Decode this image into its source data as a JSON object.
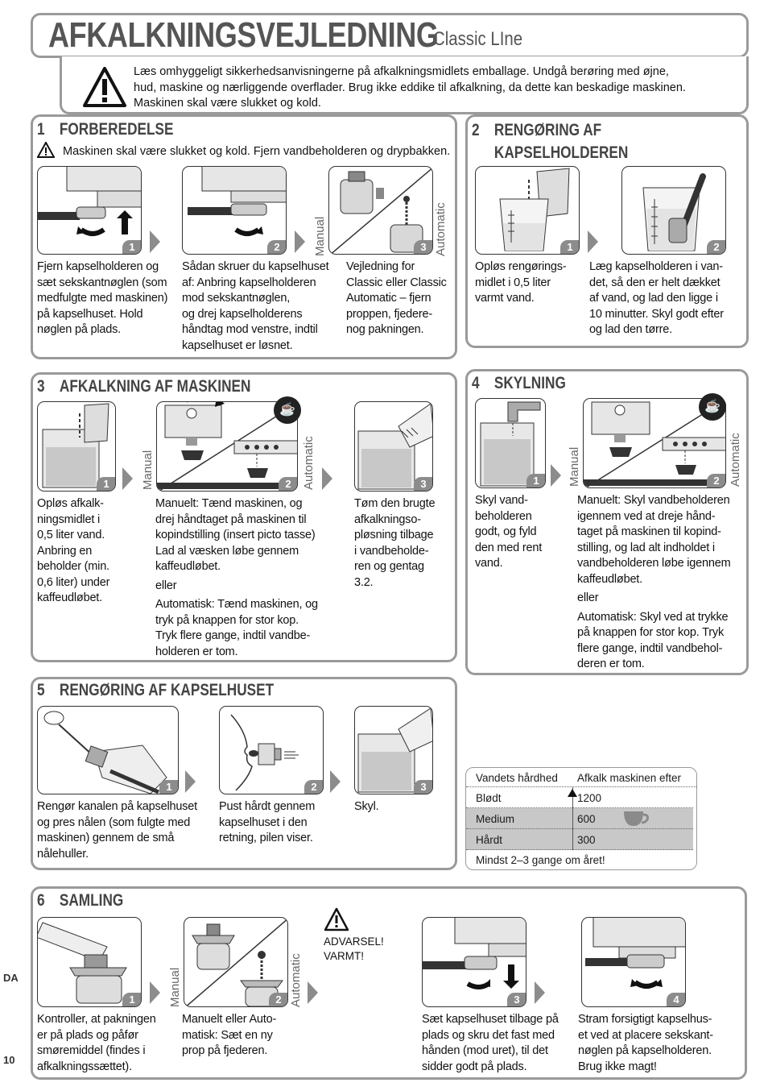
{
  "header": {
    "title": "AFKALKNINGSVEJLEDNING",
    "subtitle": "Classic LIne",
    "warning": "Læs omhyggeligt sikkerhedsanvisningerne på afkalkningsmidlets emballage. Undgå berøring med øjne, hud, maskine og nærliggende overflader. Brug ikke eddike til afkalkning, da dette kan beskadige maskinen. Maskinen skal være slukket og kold.",
    "warning_lines": [
      "Læs omhyggeligt sikkerhedsanvisningerne på afkalkningsmidlets emballage. Undgå berøring med øjne,",
      "hud, maskine og nærliggende overflader. Brug ikke eddike til afkalkning, da dette kan beskadige maskinen.",
      "Maskinen skal være slukket og kold."
    ]
  },
  "labels": {
    "manual": "Manual",
    "automatic": "Automatic"
  },
  "s1": {
    "num": "1",
    "title": "FORBEREDELSE",
    "note": "Maskinen skal være slukket og kold. Fjern vandbeholderen og drypbakken.",
    "steps": [
      {
        "n": "1",
        "lines": [
          "Fjern kapselholderen og",
          "sæt sekskantnøglen (som",
          "medfulgte med maskinen)",
          "på kapselhuset. Hold",
          "nøglen på plads."
        ]
      },
      {
        "n": "2",
        "lines": [
          "Sådan skruer du kapselhuset",
          "af: Anbring kapselholderen",
          "mod sekskantnøglen,",
          "og drej kapselholderens",
          "håndtag mod venstre, indtil",
          "kapselhuset er løsnet."
        ]
      },
      {
        "n": "3",
        "lines": [
          "Vejledning for",
          "Classic eller Classic",
          "Automatic – fjern",
          "proppen, fjedere-",
          "nog pakningen."
        ]
      }
    ]
  },
  "s2": {
    "num": "2",
    "title_lines": [
      "RENGØRING AF",
      "KAPSELHOLDEREN"
    ],
    "steps": [
      {
        "n": "1",
        "lines": [
          "Opløs rengørings-",
          "midlet i 0,5 liter",
          "varmt vand."
        ]
      },
      {
        "n": "2",
        "lines": [
          "Læg kapselholderen i van-",
          "det, så den er helt dækket",
          "af vand, og lad den ligge i",
          "10 minutter. Skyl godt efter",
          "og lad den tørre."
        ]
      }
    ]
  },
  "s3": {
    "num": "3",
    "title": "AFKALKNING AF MASKINEN",
    "steps": [
      {
        "n": "1",
        "lines": [
          "Opløs afkalk-",
          "ningsmidlet i",
          "0,5 liter vand.",
          "Anbring en",
          "beholder (min.",
          "0,6 liter) under",
          "kaffeudløbet."
        ]
      },
      {
        "n": "2",
        "lines1": [
          "Manuelt: Tænd maskinen, og",
          "drej håndtaget på maskinen til",
          "kopindstilling (insert picto tasse)",
          "Lad al væsken løbe gennem",
          "kaffeudløbet."
        ],
        "or": "eller",
        "lines2": [
          "Automatisk: Tænd maskinen, og",
          "tryk på knappen for stor kop.",
          "Tryk flere gange, indtil vandbe-",
          "holderen er tom."
        ]
      },
      {
        "n": "3",
        "lines": [
          "Tøm den brugte",
          "afkalkningso-",
          "pløsning tilbage",
          "i vandbeholde-",
          "ren og gentag",
          "3.2."
        ]
      }
    ]
  },
  "s4": {
    "num": "4",
    "title": "SKYLNING",
    "steps": [
      {
        "n": "1",
        "lines": [
          "Skyl vand-",
          "beholderen",
          "godt, og fyld",
          "den med rent",
          "vand."
        ]
      },
      {
        "n": "2",
        "lines1": [
          "Manuelt: Skyl vandbeholderen",
          "igennem ved at dreje hånd-",
          "taget på maskinen til kopind-",
          "stilling, og lad alt indholdet i",
          "vandbeholderen løbe igennem",
          "kaffeudløbet."
        ],
        "or": "eller",
        "lines2": [
          "Automatisk: Skyl ved at trykke",
          "på knappen for stor kop. Tryk",
          "flere gange, indtil vandbehol-",
          "deren er tom."
        ]
      }
    ]
  },
  "s5": {
    "num": "5",
    "title": "RENGØRING AF KAPSELHUSET",
    "steps": [
      {
        "n": "1",
        "lines": [
          "Rengør kanalen på kapselhuset",
          "og pres nålen (som fulgte med",
          "maskinen) gennem de små",
          "nålehuller."
        ]
      },
      {
        "n": "2",
        "lines": [
          "Pust hårdt gennem",
          "kapselhuset i den",
          "retning, pilen viser."
        ]
      },
      {
        "n": "3",
        "lines": [
          "Skyl."
        ]
      }
    ]
  },
  "hardness": {
    "col1": "Vandets hårdhed",
    "col2": "Afkalk maskinen efter",
    "rows": [
      {
        "label": "Blødt",
        "value": "1200"
      },
      {
        "label": "Medium",
        "value": "600"
      },
      {
        "label": "Hårdt",
        "value": "300"
      }
    ],
    "footer": "Mindst 2–3 gange om året!"
  },
  "s6": {
    "num": "6",
    "title": "SAMLING",
    "warning_lines": [
      "ADVARSEL!",
      "VARMT!"
    ],
    "steps": [
      {
        "n": "1",
        "lines": [
          "Kontroller, at pakningen",
          "er på plads og påfør",
          "smøremiddel (findes i",
          "afkalkningssættet)."
        ]
      },
      {
        "n": "2",
        "lines": [
          "Manuelt eller Auto-",
          "matisk: Sæt en ny",
          "prop på fjederen."
        ]
      },
      {
        "n": "3",
        "lines": [
          "Sæt kapselhuset tilbage på",
          "plads og skru det fast med",
          "hånden (mod uret), til det",
          "sidder godt på plads."
        ]
      },
      {
        "n": "4",
        "lines": [
          "Stram forsigtigt kapselhus-",
          "et ved at placere sekskant-",
          "nøglen på kapselholderen.",
          "Brug ikke magt!"
        ]
      }
    ]
  },
  "footer": {
    "lang": "DA",
    "page": "10"
  },
  "colors": {
    "frame": "#9a9a9a",
    "badge": "#8c8c8c",
    "heading": "#444444",
    "table_shade": "#c8c8c8"
  }
}
